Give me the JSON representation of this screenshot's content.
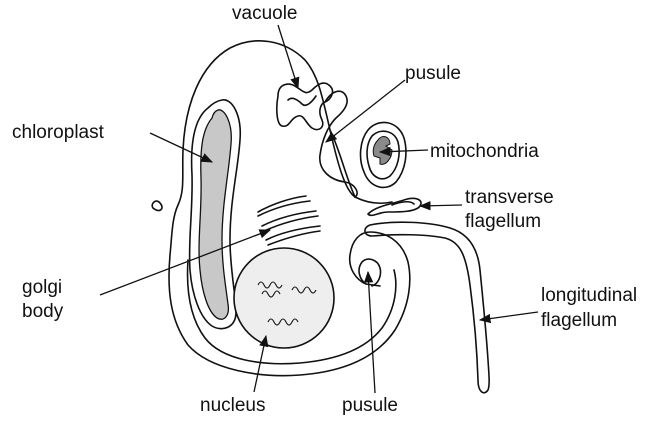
{
  "labels": {
    "vacuole": "vacuole",
    "pusule_top": "pusule",
    "chloroplast": "chloroplast",
    "mitochondria": "mitochondria",
    "transverse_1": "transverse",
    "transverse_2": "flagellum",
    "golgi_1": "golgi",
    "golgi_2": "body",
    "longitudinal_1": "longitudinal",
    "longitudinal_2": "flagellum",
    "nucleus": "nucleus",
    "pusule_bottom": "pusule"
  },
  "colors": {
    "stroke": "#111111",
    "chloroplast_fill": "#c8c8c8",
    "nucleus_fill": "#eeeeee",
    "mitochondria_inner": "#8a8a8a"
  }
}
